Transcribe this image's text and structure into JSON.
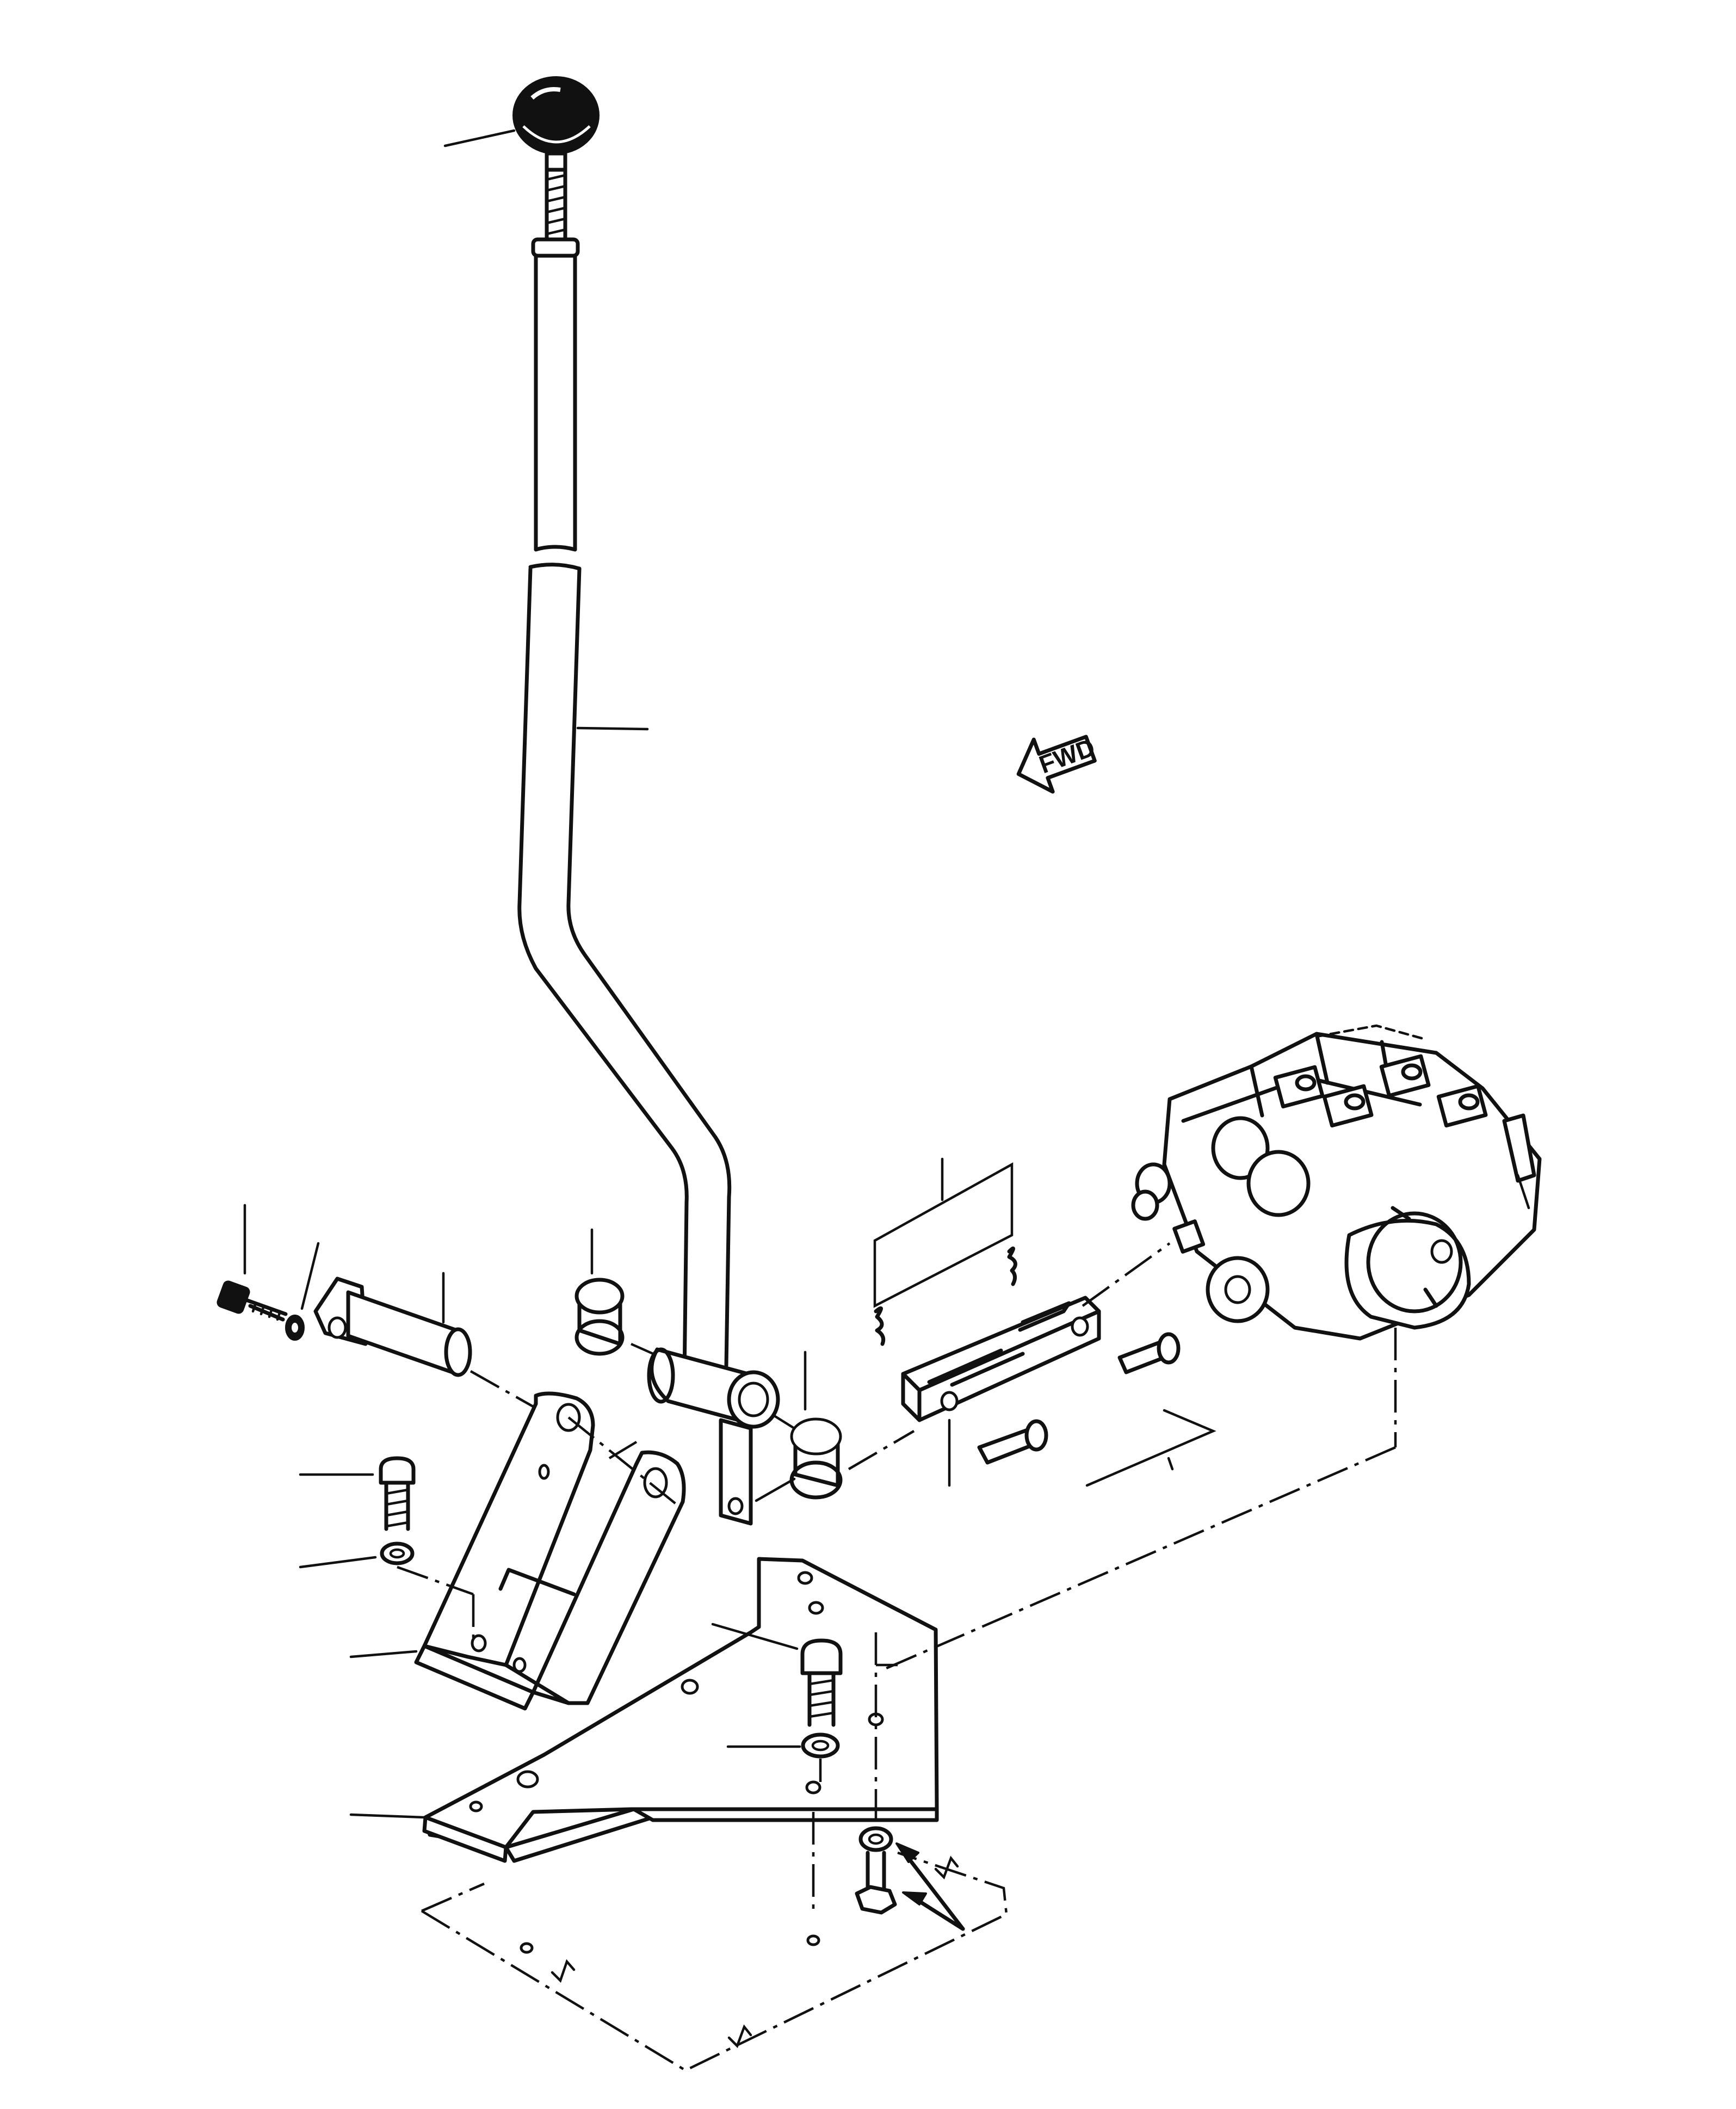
{
  "diagram": {
    "direction_indicator": {
      "label": "FWD",
      "icon": "left-arrow-icon"
    },
    "parts": [
      {
        "name": "knob"
      },
      {
        "name": "control-lever"
      },
      {
        "name": "capscrew"
      },
      {
        "name": "washer"
      },
      {
        "name": "pivot-pin"
      },
      {
        "name": "bushing"
      },
      {
        "name": "pivot-bracket"
      },
      {
        "name": "mounting-capscrew"
      },
      {
        "name": "lock-washer"
      },
      {
        "name": "mounting-plate"
      },
      {
        "name": "clevis"
      },
      {
        "name": "cotter-pin"
      },
      {
        "name": "clevis-pin"
      },
      {
        "name": "control-valve"
      },
      {
        "name": "hex-nut"
      }
    ],
    "colors": {
      "line": "#111111",
      "background": "#ffffff"
    }
  }
}
